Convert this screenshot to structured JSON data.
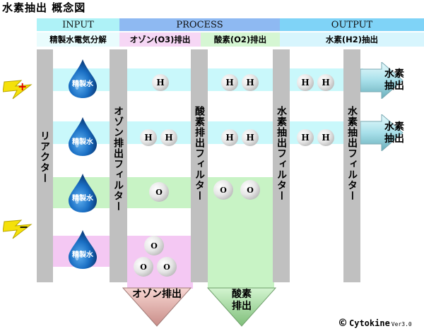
{
  "title": "水素抽出 概念図",
  "header": {
    "input": "INPUT",
    "process": "PROCESS",
    "output": "OUTPUT"
  },
  "subheader": {
    "electrolysis": "精製水電気分解",
    "ozone_out": "オゾン(O3)排出",
    "oxygen_out": "酸素(O2)排出",
    "hydrogen_out": "水素(H2)抽出"
  },
  "labels": {
    "reactor": "リアクター",
    "ozone_filter": "オゾン排出フィルター",
    "oxygen_filter": "酸素排出フィルター",
    "hydrogen_filter_1": "水素抽出フィルター",
    "hydrogen_filter_2": "水素抽出フィルター"
  },
  "water_drops": [
    "精製水",
    "精製水",
    "精製水",
    "精製水"
  ],
  "atoms": {
    "h": "H",
    "o": "O"
  },
  "outputs": {
    "hydrogen_1": "水素抽出",
    "hydrogen_2": "水素抽出",
    "ozone": "オゾン排出",
    "oxygen": "酸素排出"
  },
  "electrodes": {
    "plus": "+",
    "minus": "−"
  },
  "credit": {
    "brand": "Cytokine",
    "version": "Ver3.0",
    "symbol": "©"
  },
  "colors": {
    "input_header": "#aef2f7",
    "process_header": "#8eb9f2",
    "output_header": "#7fd3f7",
    "cyan_band": "#c9f8fb",
    "green_band": "#c8f3c5",
    "pink_band": "#f4c8f3",
    "gray_column": "#c0c0c0",
    "drop_blue": "#1a6fc4",
    "bolt_yellow": "#f5e10a"
  }
}
